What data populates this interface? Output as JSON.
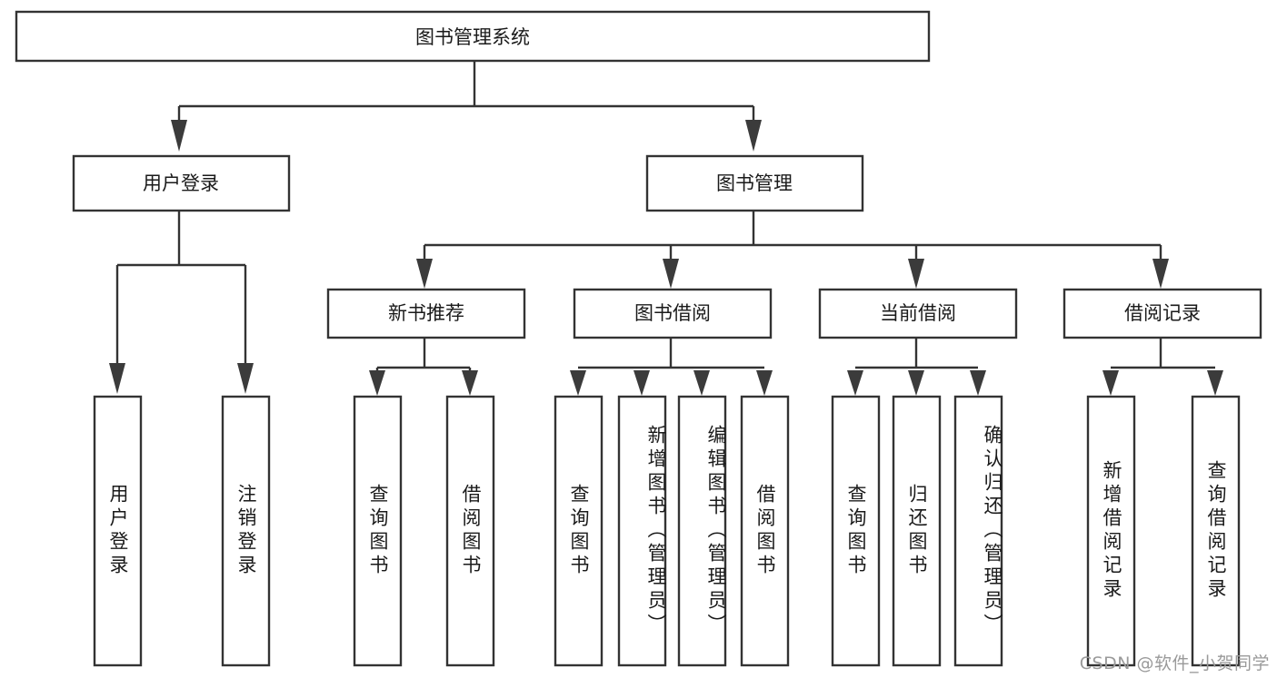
{
  "diagram": {
    "type": "tree",
    "title": "图书管理系统",
    "orientation": "top-down",
    "colors": {
      "box_stroke": "#333333",
      "box_fill": "#ffffff",
      "connector": "#333333",
      "arrow": "#3b3b3b",
      "text": "#1a1a1a",
      "watermark": "#9a9a9a",
      "background": "#ffffff"
    },
    "root": {
      "label": "图书管理系统",
      "orientation": "horizontal"
    },
    "level2": [
      {
        "label": "用户登录",
        "orientation": "horizontal"
      },
      {
        "label": "图书管理",
        "orientation": "horizontal"
      }
    ],
    "level3": [
      {
        "label": "新书推荐",
        "orientation": "horizontal",
        "parent": "图书管理"
      },
      {
        "label": "图书借阅",
        "orientation": "horizontal",
        "parent": "图书管理"
      },
      {
        "label": "当前借阅",
        "orientation": "horizontal",
        "parent": "图书管理"
      },
      {
        "label": "借阅记录",
        "orientation": "horizontal",
        "parent": "图书管理"
      }
    ],
    "leaves": [
      {
        "label": "用户登录",
        "orientation": "vertical",
        "parent": "用户登录"
      },
      {
        "label": "注销登录",
        "orientation": "vertical",
        "parent": "用户登录"
      },
      {
        "label": "查询图书",
        "orientation": "vertical",
        "parent": "新书推荐"
      },
      {
        "label": "借阅图书",
        "orientation": "vertical",
        "parent": "新书推荐"
      },
      {
        "label": "查询图书",
        "orientation": "vertical",
        "parent": "图书借阅"
      },
      {
        "label": "新增图书（管理员）",
        "orientation": "vertical",
        "parent": "图书借阅"
      },
      {
        "label": "编辑图书（管理员）",
        "orientation": "vertical",
        "parent": "图书借阅"
      },
      {
        "label": "借阅图书",
        "orientation": "vertical",
        "parent": "图书借阅"
      },
      {
        "label": "查询图书",
        "orientation": "vertical",
        "parent": "当前借阅"
      },
      {
        "label": "归还图书",
        "orientation": "vertical",
        "parent": "当前借阅"
      },
      {
        "label": "确认归还（管理员）",
        "orientation": "vertical",
        "parent": "当前借阅"
      },
      {
        "label": "新增借阅记录",
        "orientation": "vertical",
        "parent": "借阅记录"
      },
      {
        "label": "查询借阅记录",
        "orientation": "vertical",
        "parent": "借阅记录"
      }
    ]
  },
  "watermark": {
    "text": "CSDN @软件_小贺同学"
  }
}
